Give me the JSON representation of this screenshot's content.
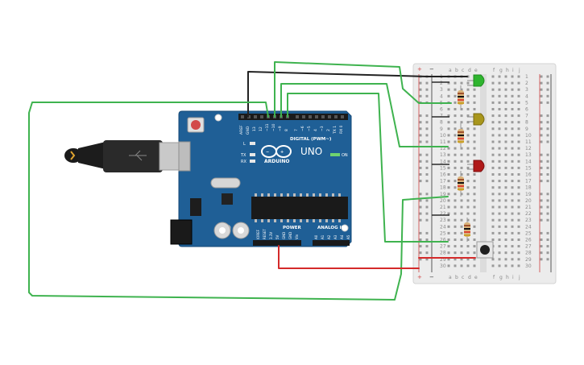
{
  "arduino": {
    "logo_text": "ARDUINO",
    "model": "UNO",
    "on_label": "ON",
    "digital_header": "DIGITAL (PWM~)",
    "power_header": "POWER",
    "analog_header": "ANALOG IN",
    "aref": "AREF",
    "gnd": "GND",
    "led_l": "L",
    "led_tx": "TX",
    "led_rx": "RX",
    "digital_pins": [
      "13",
      "12",
      "~11",
      "~10",
      "~9",
      "8",
      "7",
      "~6",
      "~5",
      "4",
      "~3",
      "2",
      "TX 1",
      "RX 0"
    ],
    "power_pins": [
      "IOREF",
      "RESET",
      "3.3V",
      "5V",
      "GND",
      "GND",
      "Vin"
    ],
    "analog_pins": [
      "A0",
      "A1",
      "A2",
      "A3",
      "A4",
      "A5"
    ]
  },
  "breadboard": {
    "column_letters_left": [
      "a",
      "b",
      "c",
      "d",
      "e"
    ],
    "column_letters_right": [
      "f",
      "g",
      "h",
      "i",
      "j"
    ],
    "rail_plus": "+",
    "rail_minus": "−",
    "row_numbers": [
      "1",
      "2",
      "3",
      "4",
      "5",
      "6",
      "7",
      "8",
      "9",
      "10",
      "11",
      "12",
      "13",
      "14",
      "15",
      "16",
      "17",
      "18",
      "19",
      "20",
      "21",
      "22",
      "23",
      "24",
      "25",
      "26",
      "27",
      "28",
      "29",
      "30"
    ]
  },
  "components": {
    "led_colors": [
      "#2fb52f",
      "#a8961c",
      "#b01919"
    ],
    "wire_colors": {
      "green": "#3fb34f",
      "black": "#222222",
      "red": "#d42a2a"
    },
    "board_color": "#1f5f96"
  }
}
